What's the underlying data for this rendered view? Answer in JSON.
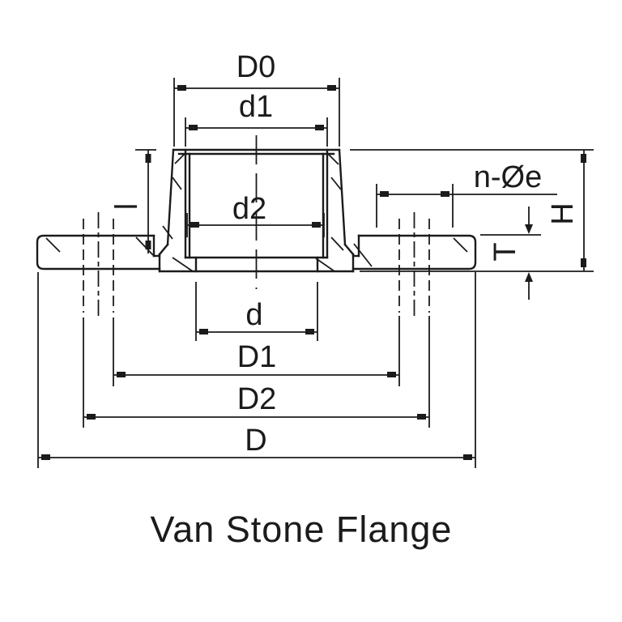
{
  "title": "Van Stone Flange",
  "drawing": {
    "type": "technical-dimension-drawing",
    "view": "cross-section of lap-joint (Van Stone) flange with stub end",
    "labels": {
      "stub_outer_diameter": "D0",
      "socket_bore_top": "d1",
      "socket_bore_bottom": "d2",
      "through_bore": "d",
      "bolt_span_inner": "D1",
      "bolt_span_outer": "D2",
      "flange_outer_diameter": "D",
      "bolt_holes": "n-Øe",
      "overall_height": "H",
      "plate_thickness": "T"
    },
    "line_color": "#1b1b1b",
    "background_color": "#ffffff"
  }
}
